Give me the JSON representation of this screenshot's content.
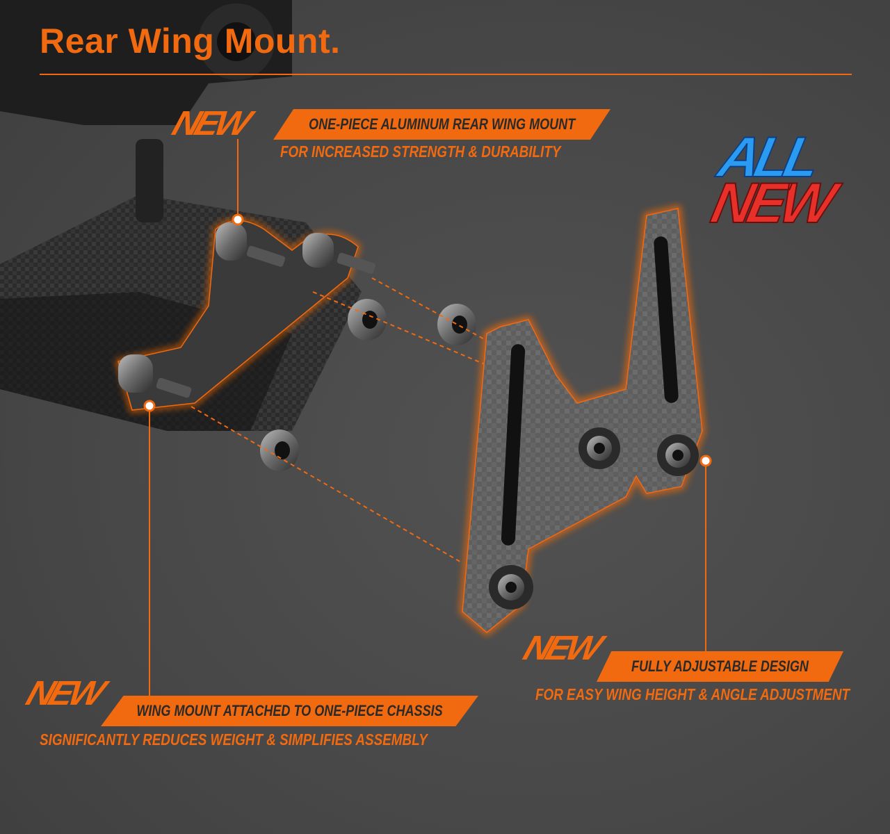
{
  "title": "Rear Wing Mount.",
  "badge": {
    "line1": "ALL",
    "line2": "NEW"
  },
  "callouts": [
    {
      "tag": "NEW",
      "headline": "ONE-PIECE ALUMINUM REAR WING MOUNT",
      "subline": "FOR INCREASED STRENGTH & DURABILITY"
    },
    {
      "tag": "NEW",
      "headline": "WING MOUNT ATTACHED TO ONE-PIECE CHASSIS",
      "subline": "SIGNIFICANTLY REDUCES WEIGHT & SIMPLIFIES ASSEMBLY"
    },
    {
      "tag": "NEW",
      "headline": "FULLY ADJUSTABLE DESIGN",
      "subline": "FOR EASY WING HEIGHT & ANGLE ADJUSTMENT"
    }
  ],
  "colors": {
    "accent": "#f26a10",
    "background": "#4a4a4a",
    "badge_blue": "#2a9bf0",
    "badge_red": "#e8302a"
  }
}
